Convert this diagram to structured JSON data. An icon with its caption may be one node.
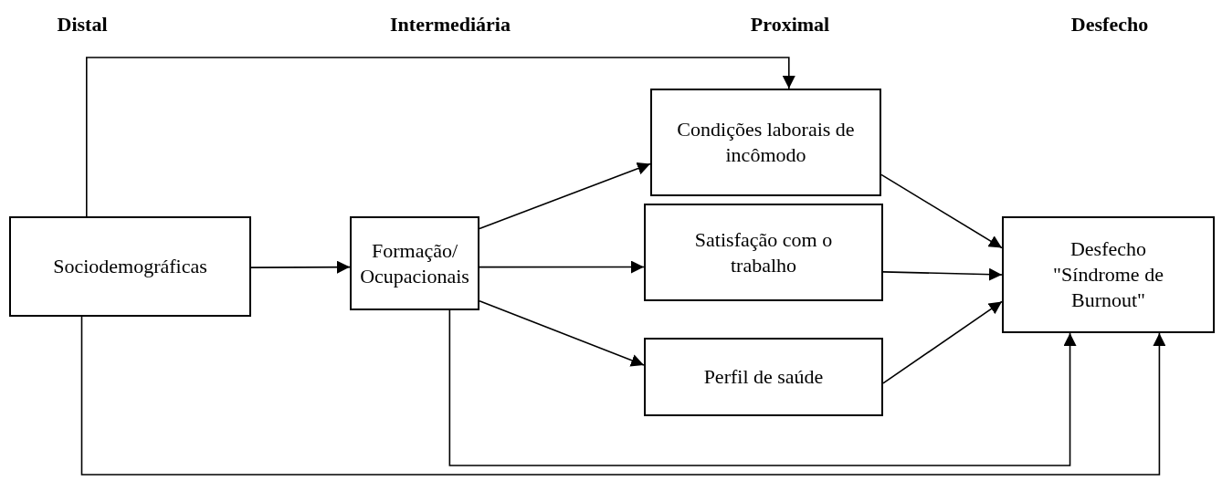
{
  "diagram": {
    "nodes": [
      {
        "text": [
          "Sociodemográficas"
        ]
      },
      {
        "text": [
          "Formação/ Ocupacionais"
        ]
      },
      {
        "text": [
          "Condições laborais de incômodo"
        ]
      },
      {
        "text": [
          "Satisfação com o trabalho"
        ]
      },
      {
        "text": [
          "Perfil de saúde"
        ]
      },
      {
        "text": [
          "Desfecho \"Síndrome de Burnout\""
        ]
      }
    ],
    "edges": [
      {
        "from": 0,
        "to": 2,
        "arrow": "to"
      },
      {
        "from": 0,
        "to": 1,
        "arrow": "to"
      },
      {
        "from": 1,
        "to": 2,
        "arrow": "to"
      },
      {
        "from": 1,
        "to": 3,
        "arrow": "to"
      },
      {
        "from": 1,
        "to": 4,
        "arrow": "to"
      },
      {
        "from": 2,
        "to": 5,
        "arrow": "to"
      },
      {
        "from": 3,
        "to": 5,
        "arrow": "to"
      },
      {
        "from": 4,
        "to": 5,
        "arrow": "to"
      },
      {
        "from": 1,
        "to": 5,
        "arrow": "to"
      },
      {
        "from": 0,
        "to": 5,
        "arrow": "to"
      }
    ],
    "labels": [
      "Distal",
      "Intermediária",
      "Proximal",
      "Desfecho"
    ]
  }
}
